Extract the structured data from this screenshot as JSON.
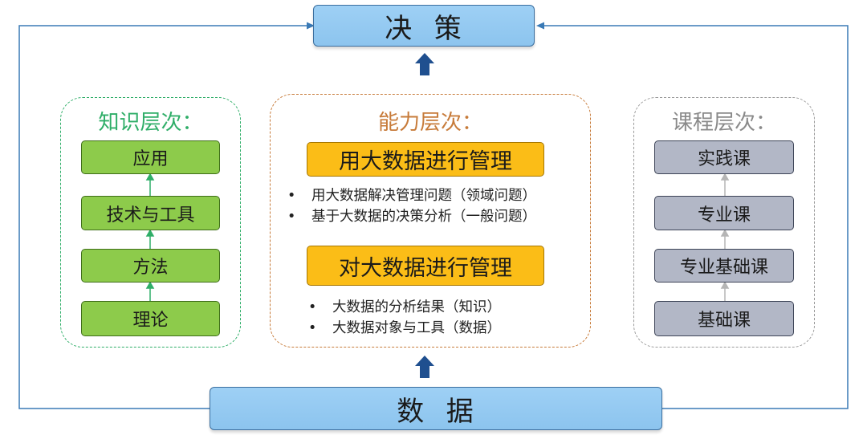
{
  "top_box": {
    "label": "决  策"
  },
  "bottom_box": {
    "label": "数  据"
  },
  "knowledge_panel": {
    "title": "知识层次：",
    "items": [
      "应用",
      "技术与工具",
      "方法",
      "理论"
    ]
  },
  "ability_panel": {
    "title": "能力层次：",
    "sections": [
      {
        "heading": "用大数据进行管理",
        "bullets": [
          "用大数据解决管理问题（领域问题）",
          "基于大数据的决策分析（一般问题）"
        ]
      },
      {
        "heading": "对大数据进行管理",
        "bullets": [
          "大数据的分析结果（知识）",
          "大数据对象与工具（数据）"
        ]
      }
    ]
  },
  "course_panel": {
    "title": "课程层次：",
    "items": [
      "实践课",
      "专业课",
      "专业基础课",
      "基础课"
    ]
  },
  "colors": {
    "knowledge_border": "#2fae68",
    "knowledge_title": "#2fae68",
    "ability_border": "#c77b3a",
    "ability_title": "#c77b3a",
    "course_border": "#9a9a9a",
    "course_title": "#8a8a8a",
    "feedback_line": "#3a7ab6",
    "up_arrow": "#1f4f8f"
  }
}
